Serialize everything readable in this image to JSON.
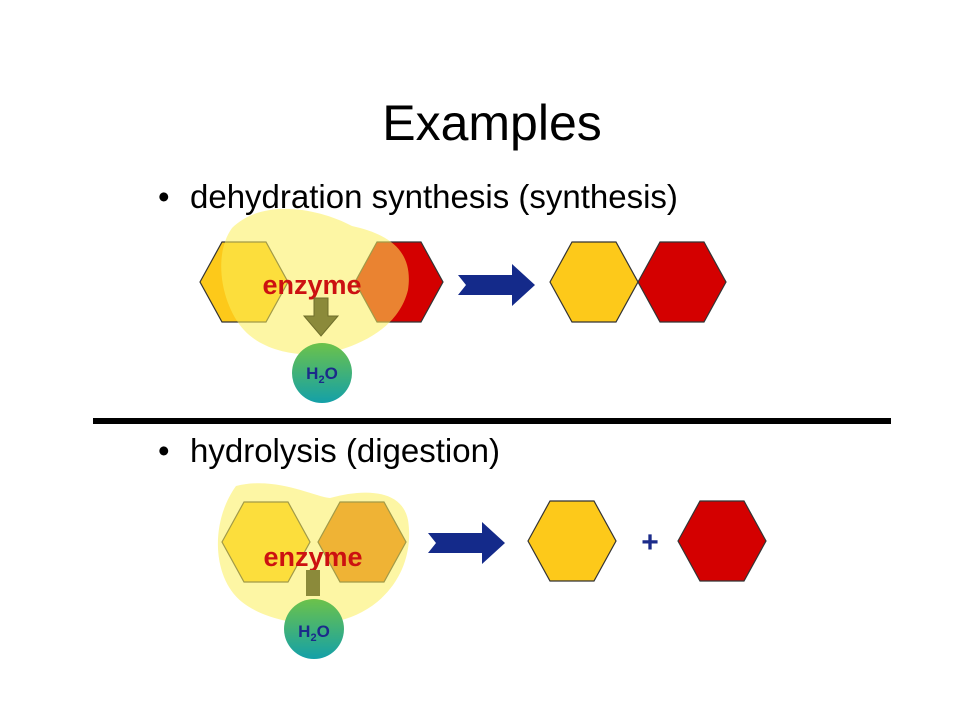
{
  "slide": {
    "title": "Examples"
  },
  "sections": [
    {
      "bullet": "•",
      "text": "dehydration synthesis (synthesis)",
      "enzyme_label": "enzyme",
      "water": {
        "main": "H",
        "sub": "2",
        "tail": "O"
      }
    },
    {
      "bullet": "•",
      "text": "hydrolysis (digestion)",
      "enzyme_label": "enzyme",
      "water": {
        "main": "H",
        "sub": "2",
        "tail": "O"
      },
      "plus": "+"
    }
  ],
  "colors": {
    "glucose": "#fdc91a",
    "fructose": "#d40000",
    "enzyme_blob": "#fbef7a",
    "water": "#1aa39a",
    "arrow": "#142a8a",
    "drip_arrow": "#8b8a3a",
    "enzyme_text": "#cc1111",
    "divider": "#000000"
  }
}
